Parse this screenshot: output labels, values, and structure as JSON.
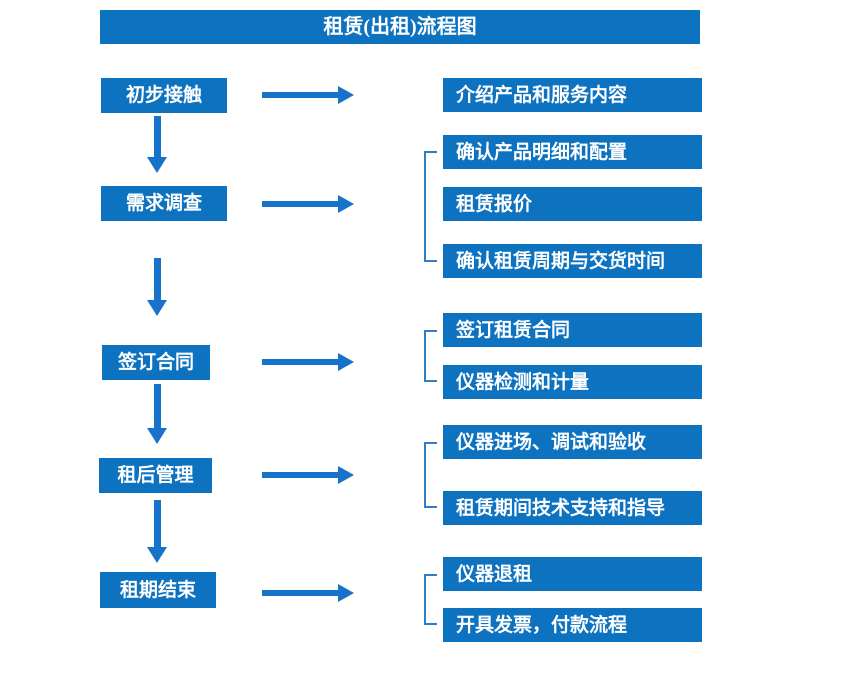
{
  "title": "租赁(出租)流程图",
  "colors": {
    "box_blue": "#0d72bf",
    "arrow_blue": "#1673c9",
    "bracket_blue": "#2e7dc8",
    "text_white": "#ffffff",
    "background": "#ffffff"
  },
  "icons": {
    "right_arrow": "right-arrow",
    "down_arrow": "down-arrow",
    "group_bracket": "square-bracket"
  },
  "steps": [
    {
      "label": "初步接触",
      "details": [
        "介绍产品和服务内容"
      ]
    },
    {
      "label": "需求调查",
      "details": [
        "确认产品明细和配置",
        "租赁报价",
        "确认租赁周期与交货时间"
      ]
    },
    {
      "label": "签订合同",
      "details": [
        "签订租赁合同",
        "仪器检测和计量"
      ]
    },
    {
      "label": "租后管理",
      "details": [
        "仪器进场、调试和验收",
        "租赁期间技术支持和指导"
      ]
    },
    {
      "label": "租期结束",
      "details": [
        "仪器退租",
        "开具发票，付款流程"
      ]
    }
  ]
}
